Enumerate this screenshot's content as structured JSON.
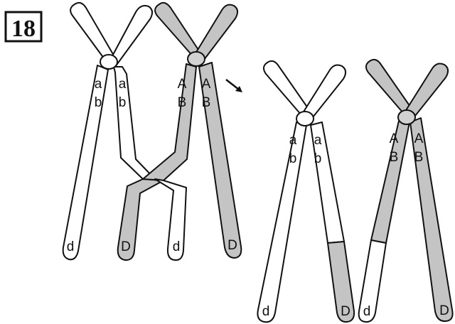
{
  "figure_number": "18",
  "colors": {
    "shaded": "#c4c4c4",
    "unshaded": "#ffffff",
    "outline": "#111111",
    "centromere": "#d2d2d2"
  },
  "alleles": {
    "before": {
      "white_left_a": "a",
      "white_left_b": "b",
      "white_left_d": "d",
      "white_right_a": "a",
      "white_right_b": "b",
      "white_right_d": "d",
      "gray_left_a": "A",
      "gray_left_b": "B",
      "gray_left_d": "D",
      "gray_right_a": "A",
      "gray_right_b": "B",
      "gray_right_d": "D"
    },
    "after": {
      "white_left_a": "a",
      "white_left_b": "b",
      "white_left_d": "d",
      "white_right_a": "a",
      "white_right_b": "b",
      "white_right_d": "D",
      "gray_left_a": "A",
      "gray_left_b": "B",
      "gray_left_d": "d",
      "gray_right_a": "A",
      "gray_right_b": "B",
      "gray_right_d": "D"
    }
  }
}
